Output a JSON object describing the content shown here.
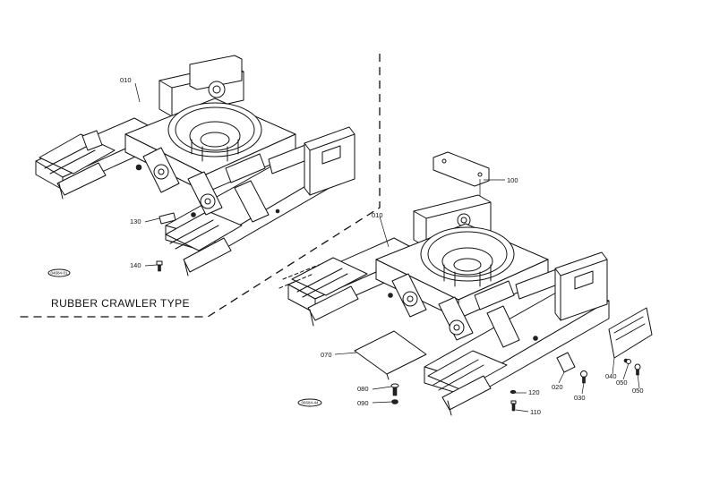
{
  "diagram": {
    "section_label": "RUBBER CRAWLER TYPE",
    "figure_tags": [
      "04684-01",
      "06684-44"
    ],
    "callouts": {
      "p010_a": "010",
      "p130": "130",
      "p140": "140",
      "p100": "100",
      "p010_b": "010",
      "p070": "070",
      "p080": "080",
      "p090": "090",
      "p120": "120",
      "p110": "110",
      "p020": "020",
      "p030": "030",
      "p040": "040",
      "p050_a": "050",
      "p050_b": "050"
    }
  }
}
